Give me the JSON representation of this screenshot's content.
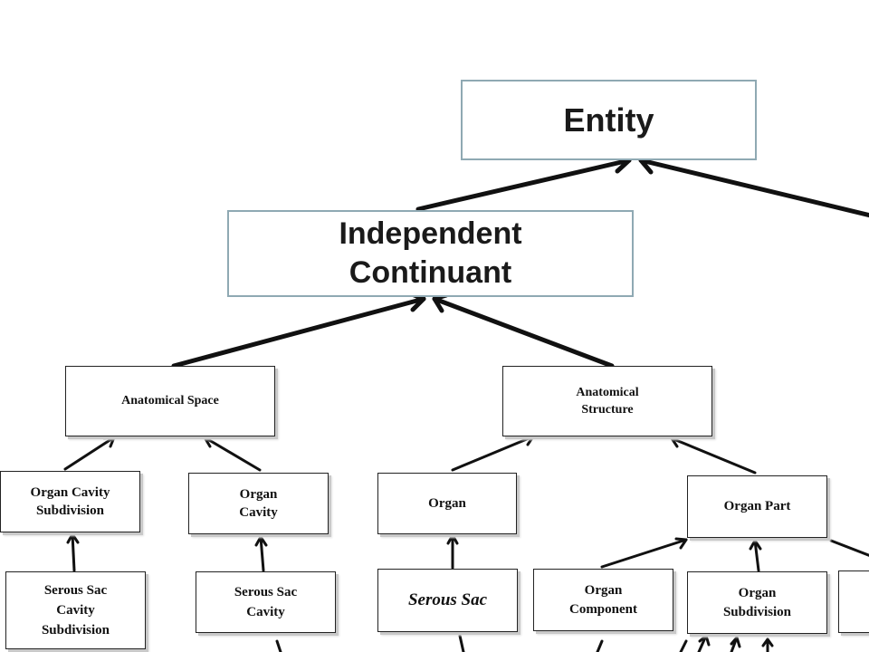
{
  "diagram": {
    "nodes": {
      "entity": "Entity",
      "independent_continuant": "Independent\nContinuant",
      "anatomical_space": "Anatomical Space",
      "anatomical_structure": "Anatomical\nStructure",
      "organ_cavity_subdivision": "Organ Cavity\nSubdivision",
      "organ_cavity": "Organ\nCavity",
      "organ": "Organ",
      "organ_part": "Organ Part",
      "serous_sac_cavity_subdivision": "Serous Sac\nCavity\nSubdivision",
      "serous_sac_cavity": "Serous Sac\nCavity",
      "serous_sac": "Serous Sac",
      "organ_component": "Organ\nComponent",
      "organ_subdivision": "Organ\nSubdivision"
    },
    "edges": [
      {
        "from": "independent_continuant",
        "to": "entity"
      },
      {
        "from": "offscreen_right",
        "to": "entity"
      },
      {
        "from": "anatomical_space",
        "to": "independent_continuant"
      },
      {
        "from": "anatomical_structure",
        "to": "independent_continuant"
      },
      {
        "from": "organ_cavity_subdivision",
        "to": "anatomical_space"
      },
      {
        "from": "organ_cavity",
        "to": "anatomical_space"
      },
      {
        "from": "organ",
        "to": "anatomical_structure"
      },
      {
        "from": "organ_part",
        "to": "anatomical_structure"
      },
      {
        "from": "serous_sac_cavity_subdivision",
        "to": "organ_cavity_subdivision"
      },
      {
        "from": "serous_sac_cavity",
        "to": "organ_cavity"
      },
      {
        "from": "serous_sac",
        "to": "organ"
      },
      {
        "from": "organ_component",
        "to": "organ_part"
      },
      {
        "from": "organ_subdivision",
        "to": "organ_part"
      }
    ]
  }
}
